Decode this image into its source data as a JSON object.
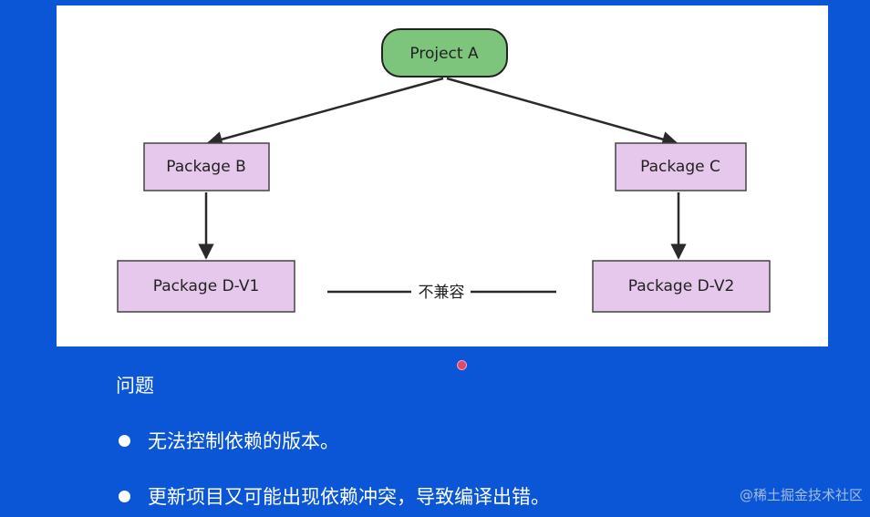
{
  "diagram": {
    "nodes": {
      "project_a": "Project A",
      "package_b": "Package B",
      "package_c": "Package C",
      "package_d_v1": "Package D-V1",
      "package_d_v2": "Package D-V2"
    },
    "edges": [
      {
        "from": "Project A",
        "to": "Package B"
      },
      {
        "from": "Project A",
        "to": "Package C"
      },
      {
        "from": "Package B",
        "to": "Package D-V1"
      },
      {
        "from": "Package C",
        "to": "Package D-V2"
      }
    ],
    "conflict_label": "不兼容",
    "colors": {
      "root_fill": "#7dc57d",
      "package_fill": "#e6c8ec"
    }
  },
  "notes": {
    "heading": "问题",
    "items": [
      "无法控制依赖的版本。",
      "更新项目又可能出现依赖冲突，导致编译出错。"
    ]
  },
  "watermark": "@稀土掘金技术社区"
}
